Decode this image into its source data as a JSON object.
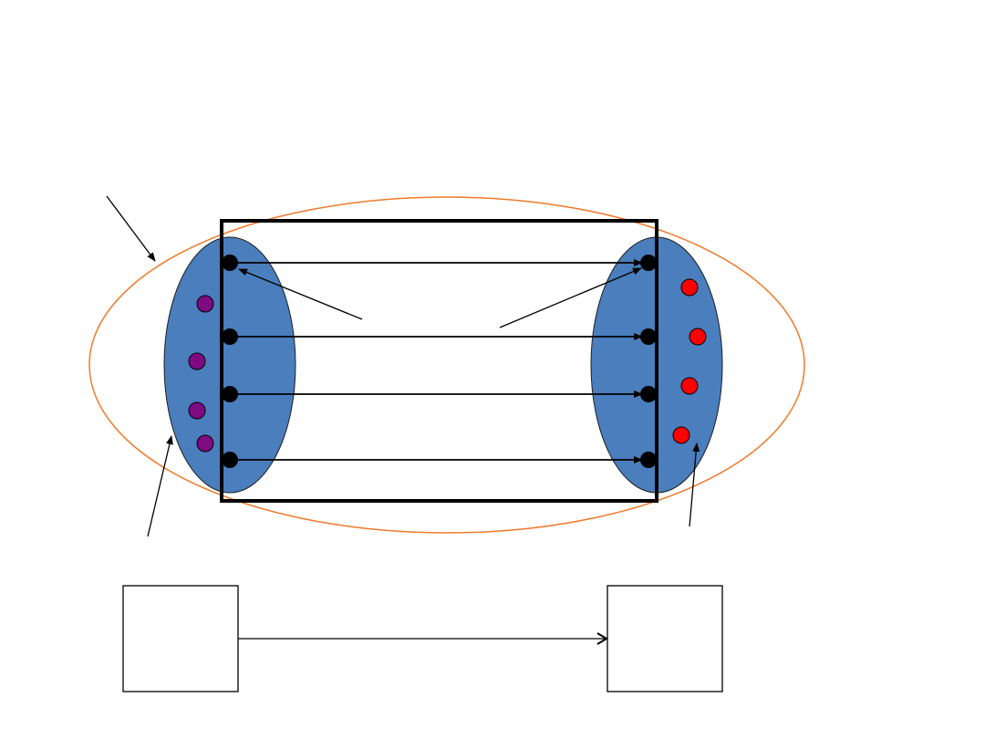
{
  "diagram": {
    "colors": {
      "background": "#ffffff",
      "outer_ellipse_stroke": "#f07a2a",
      "set_fill": "#4a7ebd",
      "left_extra_dots": "#7f0a82",
      "right_extra_dots": "#ff0000",
      "mapped_dots": "#000000",
      "lines": "#000000"
    },
    "left_set": {
      "mapped_points": 4,
      "extra_points": 4
    },
    "right_set": {
      "mapped_points": 4,
      "extra_points": 4
    },
    "mappings": [
      {
        "from": 1,
        "to": 1
      },
      {
        "from": 2,
        "to": 2
      },
      {
        "from": 3,
        "to": 3
      },
      {
        "from": 4,
        "to": 4
      }
    ],
    "bottom_boxes": [
      {
        "id": "source-box"
      },
      {
        "id": "target-box"
      }
    ],
    "bottom_arrow": {
      "from": "source-box",
      "to": "target-box"
    }
  }
}
